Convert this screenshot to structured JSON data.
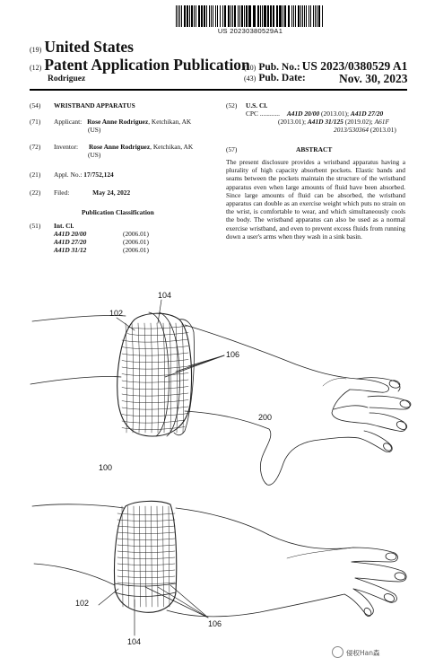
{
  "barcode_number": "US 20230380529A1",
  "header": {
    "tag19": "(19)",
    "country": "United States",
    "tag12": "(12)",
    "pub_type": "Patent Application Publication",
    "inventor_surname": "Rodriguez",
    "tag10": "(10)",
    "pub_no_label": "Pub. No.:",
    "pub_no": "US 2023/0380529 A1",
    "tag43": "(43)",
    "pub_date_label": "Pub. Date:",
    "pub_date": "Nov. 30, 2023"
  },
  "left": {
    "t54": "(54)",
    "title": "WRISTBAND APPARATUS",
    "t71": "(71)",
    "applicant_label": "Applicant:",
    "applicant_name": "Rose Anne Rodriguez",
    "applicant_loc": ", Ketchikan, AK",
    "applicant_country": "(US)",
    "t72": "(72)",
    "inventor_label": "Inventor:",
    "inventor_name": "Rose Anne Rodriguez",
    "inventor_loc": ", Ketchikan, AK",
    "inventor_country": "(US)",
    "t21": "(21)",
    "appl_label": "Appl. No.:",
    "appl_no": "17/752,124",
    "t22": "(22)",
    "filed_label": "Filed:",
    "filed_date": "May 24, 2022",
    "pub_class_heading": "Publication Classification",
    "t51": "(51)",
    "int_cl_label": "Int. Cl.",
    "int_cl": [
      {
        "code": "A41D 20/00",
        "date": "(2006.01)"
      },
      {
        "code": "A41D 27/20",
        "date": "(2006.01)"
      },
      {
        "code": "A41D 31/12",
        "date": "(2006.01)"
      }
    ]
  },
  "right": {
    "t52": "(52)",
    "us_cl_label": "U.S. Cl.",
    "cpc_label": "CPC ............",
    "cpc_line1_a": "A41D 20/00",
    "cpc_line1_b": " (2013.01); ",
    "cpc_line1_c": "A41D 27/20",
    "cpc_line2_a": "(2013.01); ",
    "cpc_line2_b": "A41D 31/125",
    "cpc_line2_c": " (2019.02); ",
    "cpc_line2_d": "A61F",
    "cpc_line3_a": "2013/530364",
    "cpc_line3_b": " (2013.01)",
    "t57": "(57)",
    "abstract_heading": "ABSTRACT",
    "abstract_text": "The present disclosure provides a wristband apparatus having a plurality of high capacity absorbent pockets. Elastic bands and seams between the pockets maintain the structure of the wristband apparatus even when large amounts of fluid have been absorbed. Since large amounts of fluid can be absorbed, the wristband apparatus can double as an exercise weight which puts no strain on the wrist, is comfortable to wear, and which simultaneously cools the body. The wristband apparatus can also be used as a normal exercise wristband, and even to prevent excess fluids from running down a user's arms when they wash in a sink basin."
  },
  "figure_labels": {
    "l104_top": "104",
    "l102_top": "102",
    "l106_top": "106",
    "l200": "200",
    "l100": "100",
    "l102_bot": "102",
    "l106_bot": "106",
    "l104_bot": "104"
  },
  "watermark": "侵权Han森"
}
